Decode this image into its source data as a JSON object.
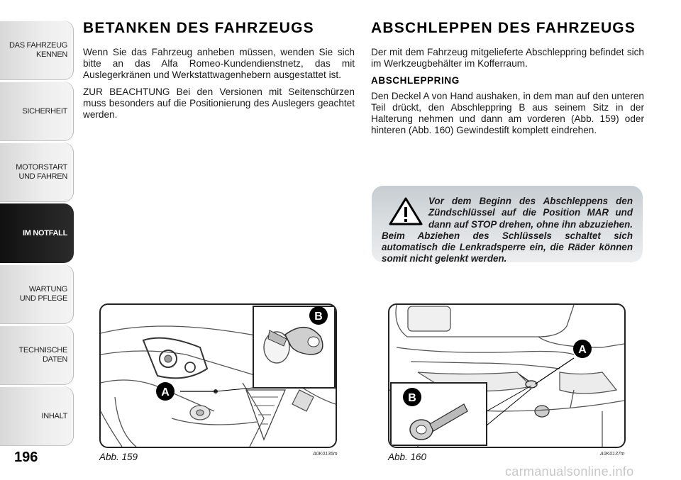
{
  "sidebar": {
    "tabs": [
      {
        "label": "DAS FAHRZEUG\nKENNEN",
        "active": false
      },
      {
        "label": "SICHERHEIT",
        "active": false
      },
      {
        "label": "MOTORSTART\nUND FAHREN",
        "active": false
      },
      {
        "label": "IM NOTFALL",
        "active": true
      },
      {
        "label": "WARTUNG\nUND PFLEGE",
        "active": false
      },
      {
        "label": "TECHNISCHE\nDATEN",
        "active": false
      },
      {
        "label": "INHALT",
        "active": false
      }
    ]
  },
  "page_number": "196",
  "left": {
    "title": "BETANKEN DES FAHRZEUGS",
    "p1": "Wenn Sie das Fahrzeug anheben müssen, wenden Sie sich bitte an das Alfa Romeo-Kundendienstnetz, das mit Auslegerkränen und Werk­stattwagenhebern ausgestattet ist.",
    "p2": "ZUR BEACHTUNG Bei den Versionen mit Seitenschürzen muss be­sonders auf die Positionierung des Auslegers geachtet werden."
  },
  "right": {
    "title": "ABSCHLEPPEN DES FAHRZEUGS",
    "p1": "Der mit dem Fahrzeug mitgelieferte Abschleppring befindet sich im Werkzeugbehälter im Kofferraum.",
    "subhead": "ABSCHLEPPRING",
    "p2": "Den Deckel A von Hand aushaken, in dem man auf den unteren Teil drückt, den Abschleppring B aus seinem Sitz in der Halterung nehmen und dann am vorderen (Abb. 159) oder hinteren (Abb. 160) Gewindestift komplett eindrehen."
  },
  "warning": {
    "icon": "warning-triangle-icon",
    "text": "Vor dem Beginn des Abschleppens den Zünd­schlüssel auf die Position MAR und dann auf STOP drehen, ohne ihn abzuziehen. Beim Abziehen des Schlüssels schaltet sich automatisch die Lenkradsperre ein, die Räder können somit nicht gelenkt werden."
  },
  "figures": [
    {
      "caption": "Abb. 159",
      "code": "A0K0136m",
      "label_a": "A",
      "label_b": "B"
    },
    {
      "caption": "Abb. 160",
      "code": "A0K0137m",
      "label_a": "A",
      "label_b": "B"
    }
  ],
  "watermark": "carmanualsonline.info"
}
